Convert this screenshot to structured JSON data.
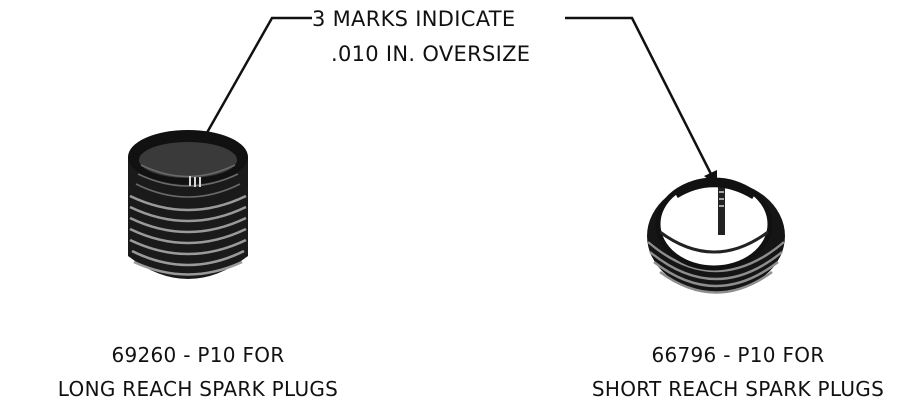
{
  "callout": {
    "line1": "3 MARKS INDICATE",
    "line2": ".010 IN. OVERSIZE"
  },
  "inserts": [
    {
      "part_number_line": "69260 - P10 FOR",
      "description_line": "LONG REACH SPARK PLUGS"
    },
    {
      "part_number_line": "66796 - P10 FOR",
      "description_line": "SHORT REACH SPARK PLUGS"
    }
  ]
}
